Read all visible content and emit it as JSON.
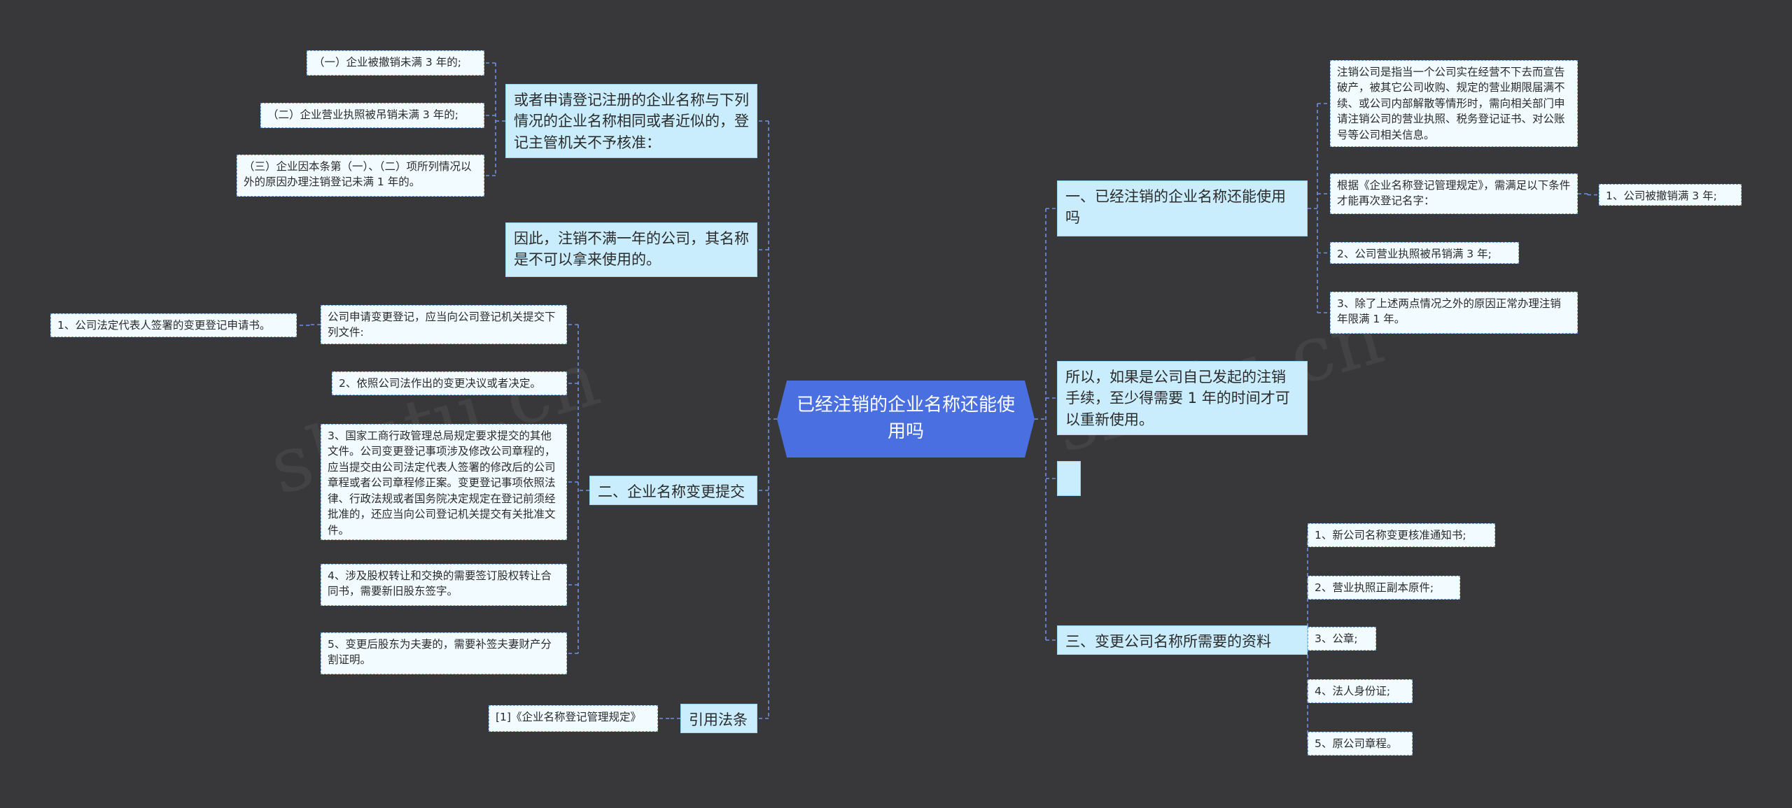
{
  "root": {
    "label": "已经注销的企业名称还能使用吗"
  },
  "branches": {
    "b1": "一、已经注销的企业名称还能使用吗",
    "b2": "所以，如果是公司自己发起的注销手续，至少得需要 1 年的时间才可以重新使用。",
    "b3": "",
    "b4": "三、变更公司名称所需要的资料",
    "l1": "或者申请登记注册的企业名称与下列情况的企业名称相同或者近似的，登记主管机关不予核准：",
    "l2": "因此，注销不满一年的公司，其名称是不可以拿来使用的。",
    "l3": "二、企业名称变更提交",
    "l4": "引用法条"
  },
  "leaves": {
    "r1a": "注销公司是指当一个公司实在经营不下去而宣告破产，被其它公司收购、规定的营业期限届满不续、或公司内部解散等情形时，需向相关部门申请注销公司的营业执照、税务登记证书、对公账号等公司相关信息。",
    "r1b": "根据《企业名称登记管理规定》，需满足以下条件才能再次登记名字：",
    "r1b1": "1、公司被撤销满 3 年;",
    "r1c": "2、公司营业执照被吊销满 3 年;",
    "r1d": "3、除了上述两点情况之外的原因正常办理注销年限满 1 年。",
    "r4a": "1、新公司名称变更核准通知书;",
    "r4b": "2、营业执照正副本原件;",
    "r4c": "3、公章;",
    "r4d": "4、法人身份证;",
    "r4e": "5、原公司章程。",
    "l1a": "（一）企业被撤销未满 3 年的;",
    "l1b": "（二）企业营业执照被吊销未满 3 年的;",
    "l1c": "（三）企业因本条第（一）、（二）项所列情况以外的原因办理注销登记未满 1 年的。",
    "l3a": "公司申请变更登记，应当向公司登记机关提交下列文件:",
    "l3a1": "1、公司法定代表人签署的变更登记申请书。",
    "l3b": "2、依照公司法作出的变更决议或者决定。",
    "l3c": "3、国家工商行政管理总局规定要求提交的其他文件。公司变更登记事项涉及修改公司章程的，应当提交由公司法定代表人签署的修改后的公司章程或者公司章程修正案。变更登记事项依照法律、行政法规或者国务院决定规定在登记前须经批准的，还应当向公司登记机关提交有关批准文件。",
    "l3d": "4、涉及股权转让和交换的需要签订股权转让合同书，需要新旧股东签字。",
    "l3e": "5、变更后股东为夫妻的，需要补签夫妻财产分割证明。",
    "l4a": "[1]《企业名称登记管理规定》"
  },
  "colors": {
    "background": "#38383a",
    "root": "#4a6fe0",
    "branch_fill": "#c9edfc",
    "leaf_fill": "#f2fbff",
    "connector": "#6f8fe6"
  }
}
